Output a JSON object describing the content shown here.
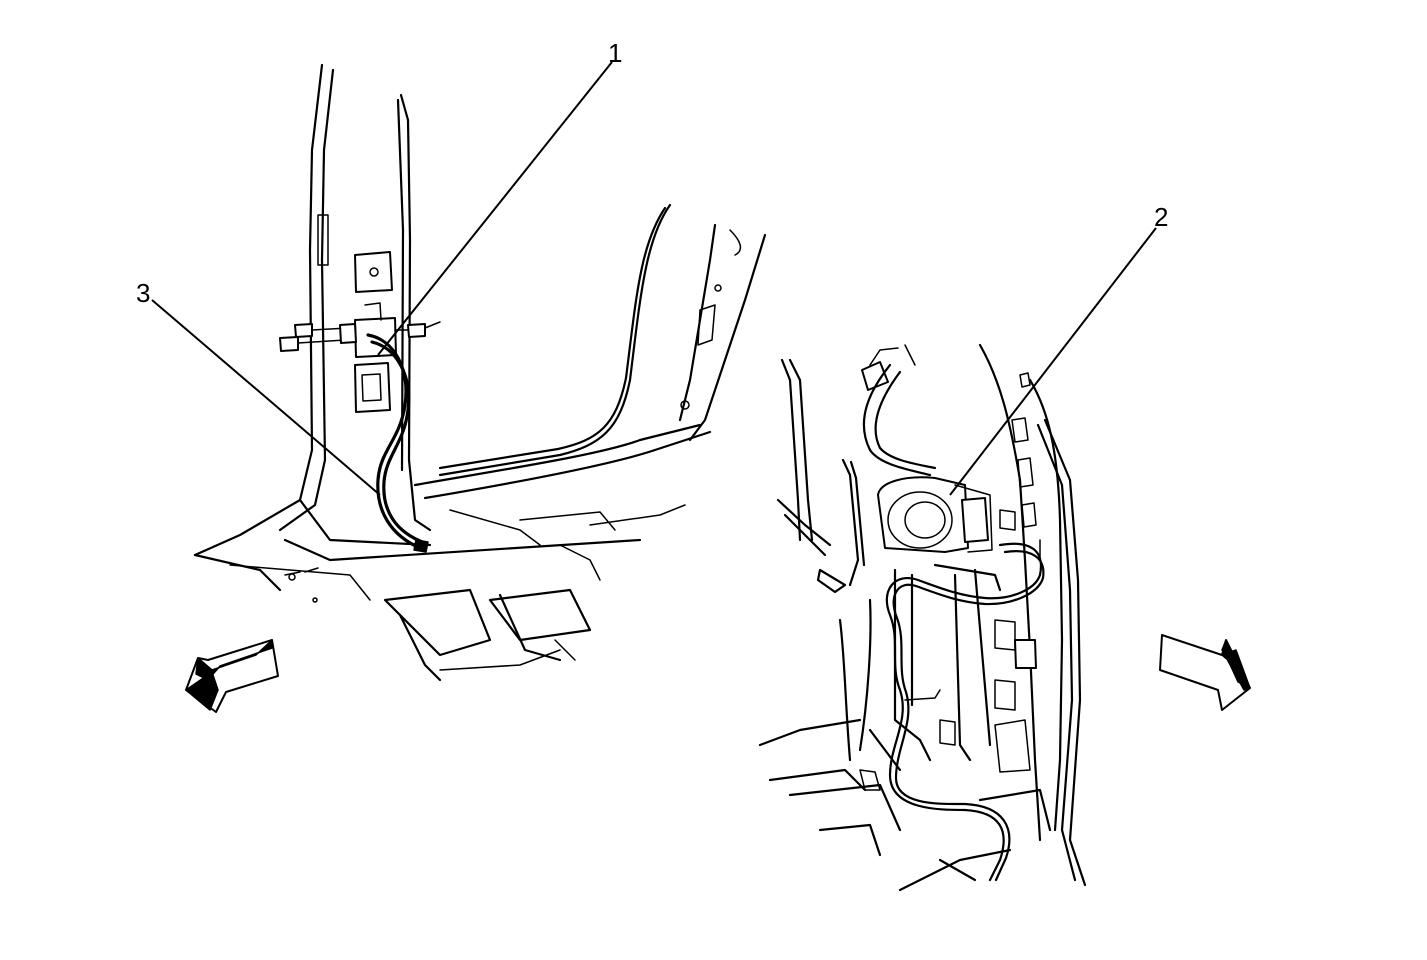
{
  "callouts": [
    {
      "id": "1",
      "label": "1"
    },
    {
      "id": "2",
      "label": "2"
    },
    {
      "id": "3",
      "label": "3"
    }
  ],
  "arrows": [
    {
      "id": "front",
      "direction": "down-left"
    },
    {
      "id": "rear",
      "direction": "down-right"
    }
  ],
  "colors": {
    "line": "#000000",
    "background": "#ffffff"
  }
}
